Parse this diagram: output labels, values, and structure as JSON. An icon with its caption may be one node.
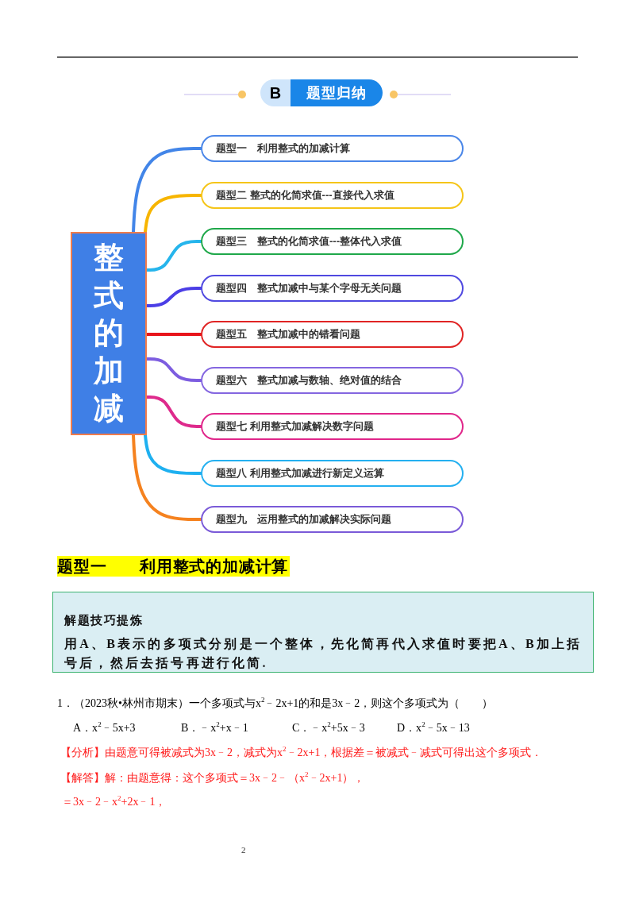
{
  "diagram": {
    "nodes": [
      {
        "text": [
          "B",
          "题型归纳"
        ]
      },
      {
        "text": [
          "整式的加减"
        ]
      },
      {
        "text": [
          "题型一　利用整式的加减计算"
        ]
      },
      {
        "text": [
          "题型二 整式的化简求值---直接代入求值"
        ]
      },
      {
        "text": [
          "题型三　整式的化简求值---整体代入求值"
        ]
      },
      {
        "text": [
          "题型四　整式加减中与某个字母无关问题"
        ]
      },
      {
        "text": [
          "题型五　整式加减中的错看问题"
        ]
      },
      {
        "text": [
          "题型六　整式加减与数轴、绝对值的结合"
        ]
      },
      {
        "text": [
          "题型七 利用整式加减解决数字问题"
        ]
      },
      {
        "text": [
          "题型八 利用整式加减进行新定义运算"
        ]
      },
      {
        "text": [
          "题型九　运用整式的加减解决实际问题"
        ]
      },
      {
        "text": [
          "解题技巧提炼",
          "用A、B表示的多项式分别是一个整体，先化简再代入求值时要把A、B加上括号后，然后去括号再进行化简."
        ]
      }
    ],
    "edges": [
      {
        "from": 1,
        "to": 2,
        "arrow": "none",
        "color": "#4285e8"
      },
      {
        "from": 1,
        "to": 3,
        "arrow": "none",
        "color": "#f7b500"
      },
      {
        "from": 1,
        "to": 4,
        "arrow": "none",
        "color": "#26b5ec"
      },
      {
        "from": 1,
        "to": 5,
        "arrow": "none",
        "color": "#4b3ee6"
      },
      {
        "from": 1,
        "to": 6,
        "arrow": "none",
        "color": "#e8141b"
      },
      {
        "from": 1,
        "to": 7,
        "arrow": "none",
        "color": "#7d5de0"
      },
      {
        "from": 1,
        "to": 8,
        "arrow": "none",
        "color": "#de2a8c"
      },
      {
        "from": 1,
        "to": 9,
        "arrow": "none",
        "color": "#1eb0f0"
      },
      {
        "from": 1,
        "to": 10,
        "arrow": "none",
        "color": "#f5821f"
      }
    ],
    "labels": [
      "题型一　　利用整式的加减计算",
      "1．（2023秋•林州市期末）一个多项式与x$^{2}$﹣2x+1的和是3x﹣2，则这个多项式为（　　）",
      "A．x$^{2}$﹣5x+3",
      "B．﹣x$^{2}$+x﹣1",
      "C．﹣x$^{2}$+5x﹣3",
      "D．x$^{2}$﹣5x﹣13",
      "【分析】由题意可得被减式为3x﹣2，减式为x$^{2}$﹣2x+1，根据差＝被减式﹣减式可得出这个多项式．",
      "【解答】解：由题意得：这个多项式＝3x﹣2﹣（x$^{2}$﹣2x+1），",
      "＝3x﹣2﹣x$^{2}$+2x﹣1，",
      "2"
    ]
  }
}
